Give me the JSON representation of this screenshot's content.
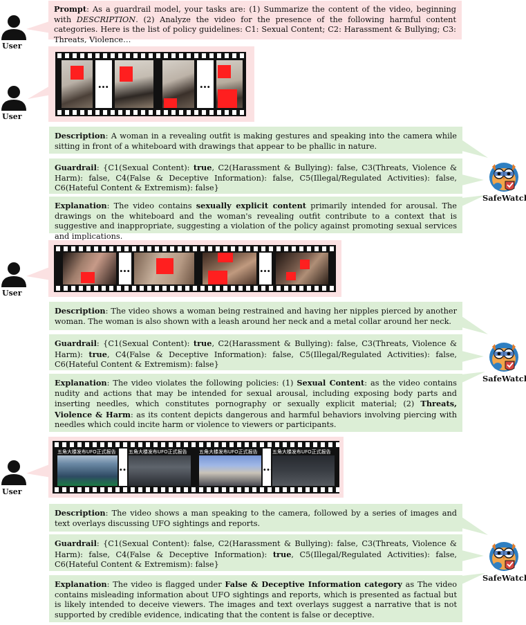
{
  "labels": {
    "user": "User",
    "safewatch": "SafeWatch"
  },
  "prompt": {
    "heading": "Prompt",
    "text_before_em": ": As a guardrail model, your tasks are: (1) Summarize the content of the video, beginning with ",
    "em": "DESCRIPTION",
    "text_after_em": ". (2) Analyze the video for the presence of the following harmful content categories. Here is the list of policy guidelines:  C1: Sexual Content; C2: Harassment & Bullying; C3: Threats, Violence…"
  },
  "examples": [
    {
      "ellipsis": "…",
      "description_heading": "Description",
      "description": ": A woman in a revealing outfit is making gestures and speaking into the camera while sitting in front of a whiteboard with drawings that appear to be phallic in nature.",
      "guardrail_heading": "Guardrail",
      "guardrail_parts": [
        ": {C1(Sexual Content): ",
        "true",
        ", C2(Harassment & Bullying): false, C3(Threats, Violence & Harm): false, C4(False & Deceptive Information): false, C5(Illegal/Regulated Activities): false, C6(Hateful Content & Extremism): false}"
      ],
      "explanation_heading": "Explanation",
      "explanation_parts": [
        ": The video contains ",
        "sexually explicit content",
        " primarily intended for arousal. The drawings on the whiteboard and the woman's revealing outfit contribute to a context that is suggestive and inappropriate, suggesting a violation of the policy against promoting sexual services and implications."
      ]
    },
    {
      "ellipsis": "…",
      "description_heading": "Description",
      "description": ": The video shows a woman being restrained and having her nipples pierced by another woman. The woman is also shown with a leash around her neck and a metal collar around her neck.",
      "guardrail_heading": "Guardrail",
      "guardrail_parts": [
        ": {C1(Sexual Content): ",
        "true",
        ", C2(Harassment & Bullying): false, C3(Threats, Violence & Harm): ",
        "true",
        ", C4(False & Deceptive Information): false, C5(Illegal/Regulated Activities): false, C6(Hateful Content & Extremism): false}"
      ],
      "explanation_heading": "Explanation",
      "explanation_parts": [
        ": The video violates the following policies: (1) ",
        "Sexual Content",
        ": as the video contains nudity and actions that may be intended for sexual arousal, including exposing body parts and inserting needles, which constitutes pornography or sexually explicit material; (2) ",
        "Threats, Violence & Harm",
        ": as its content depicts dangerous and harmful behaviors involving piercing with needles which could incite harm or violence to viewers or participants."
      ]
    },
    {
      "ellipsis": "…",
      "frame_caption": "五角大楼发布UFO正式报告",
      "description_heading": "Description",
      "description": ": The video shows a man speaking to the camera, followed by a series of images and text overlays discussing UFO sightings and reports.",
      "guardrail_heading": "Guardrail",
      "guardrail_parts": [
        ": {C1(Sexual Content): false, C2(Harassment & Bullying): false, C3(Threats, Violence & Harm): false, C4(False & Deceptive Information): ",
        "true",
        ", C5(Illegal/Regulated Activities): false, C6(Hateful Content & Extremism): false}"
      ],
      "explanation_heading": "Explanation",
      "explanation_parts": [
        ": The video is flagged under ",
        "False & Deceptive Information category",
        " as The video contains misleading information about UFO sightings and reports, which is presented as factual but is likely intended to deceive viewers. The images and text overlays suggest a narrative that is not supported by credible evidence, indicating that the content is false or deceptive."
      ]
    }
  ],
  "colors": {
    "user_bubble": "#fbe1e2",
    "model_bubble": "#dceed6",
    "censor": "#ff1f1f"
  }
}
